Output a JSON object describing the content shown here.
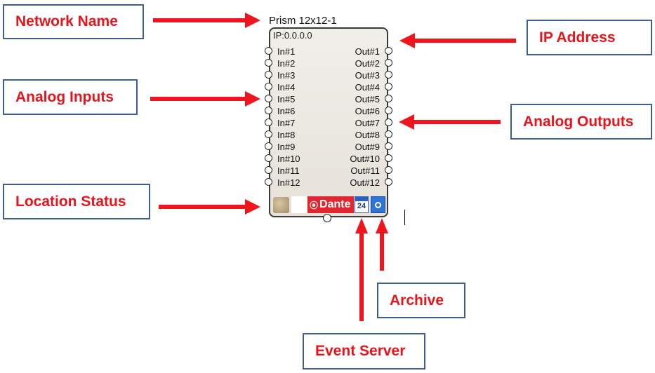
{
  "callouts": {
    "network_name": "Network Name",
    "ip_address": "IP Address",
    "analog_inputs": "Analog Inputs",
    "analog_outputs": "Analog Outputs",
    "location_status": "Location Status",
    "archive": "Archive",
    "event_server": "Event Server"
  },
  "device": {
    "name": "Prism 12x12-1",
    "ip": "IP:0.0.0.0",
    "inputs": [
      "In#1",
      "In#2",
      "In#3",
      "In#4",
      "In#5",
      "In#6",
      "In#7",
      "In#8",
      "In#9",
      "In#10",
      "In#11",
      "In#12"
    ],
    "outputs": [
      "Out#1",
      "Out#2",
      "Out#3",
      "Out#4",
      "Out#5",
      "Out#6",
      "Out#7",
      "Out#8",
      "Out#9",
      "Out#10",
      "Out#11",
      "Out#12"
    ],
    "dante_label": "Dante",
    "event_server_day": "24"
  },
  "colors": {
    "arrow": "#f0141c",
    "callout_text": "#e8141c",
    "callout_border": "#3f5f8f",
    "dante_red": "#e0262f",
    "archive_blue": "#2e73d6"
  }
}
